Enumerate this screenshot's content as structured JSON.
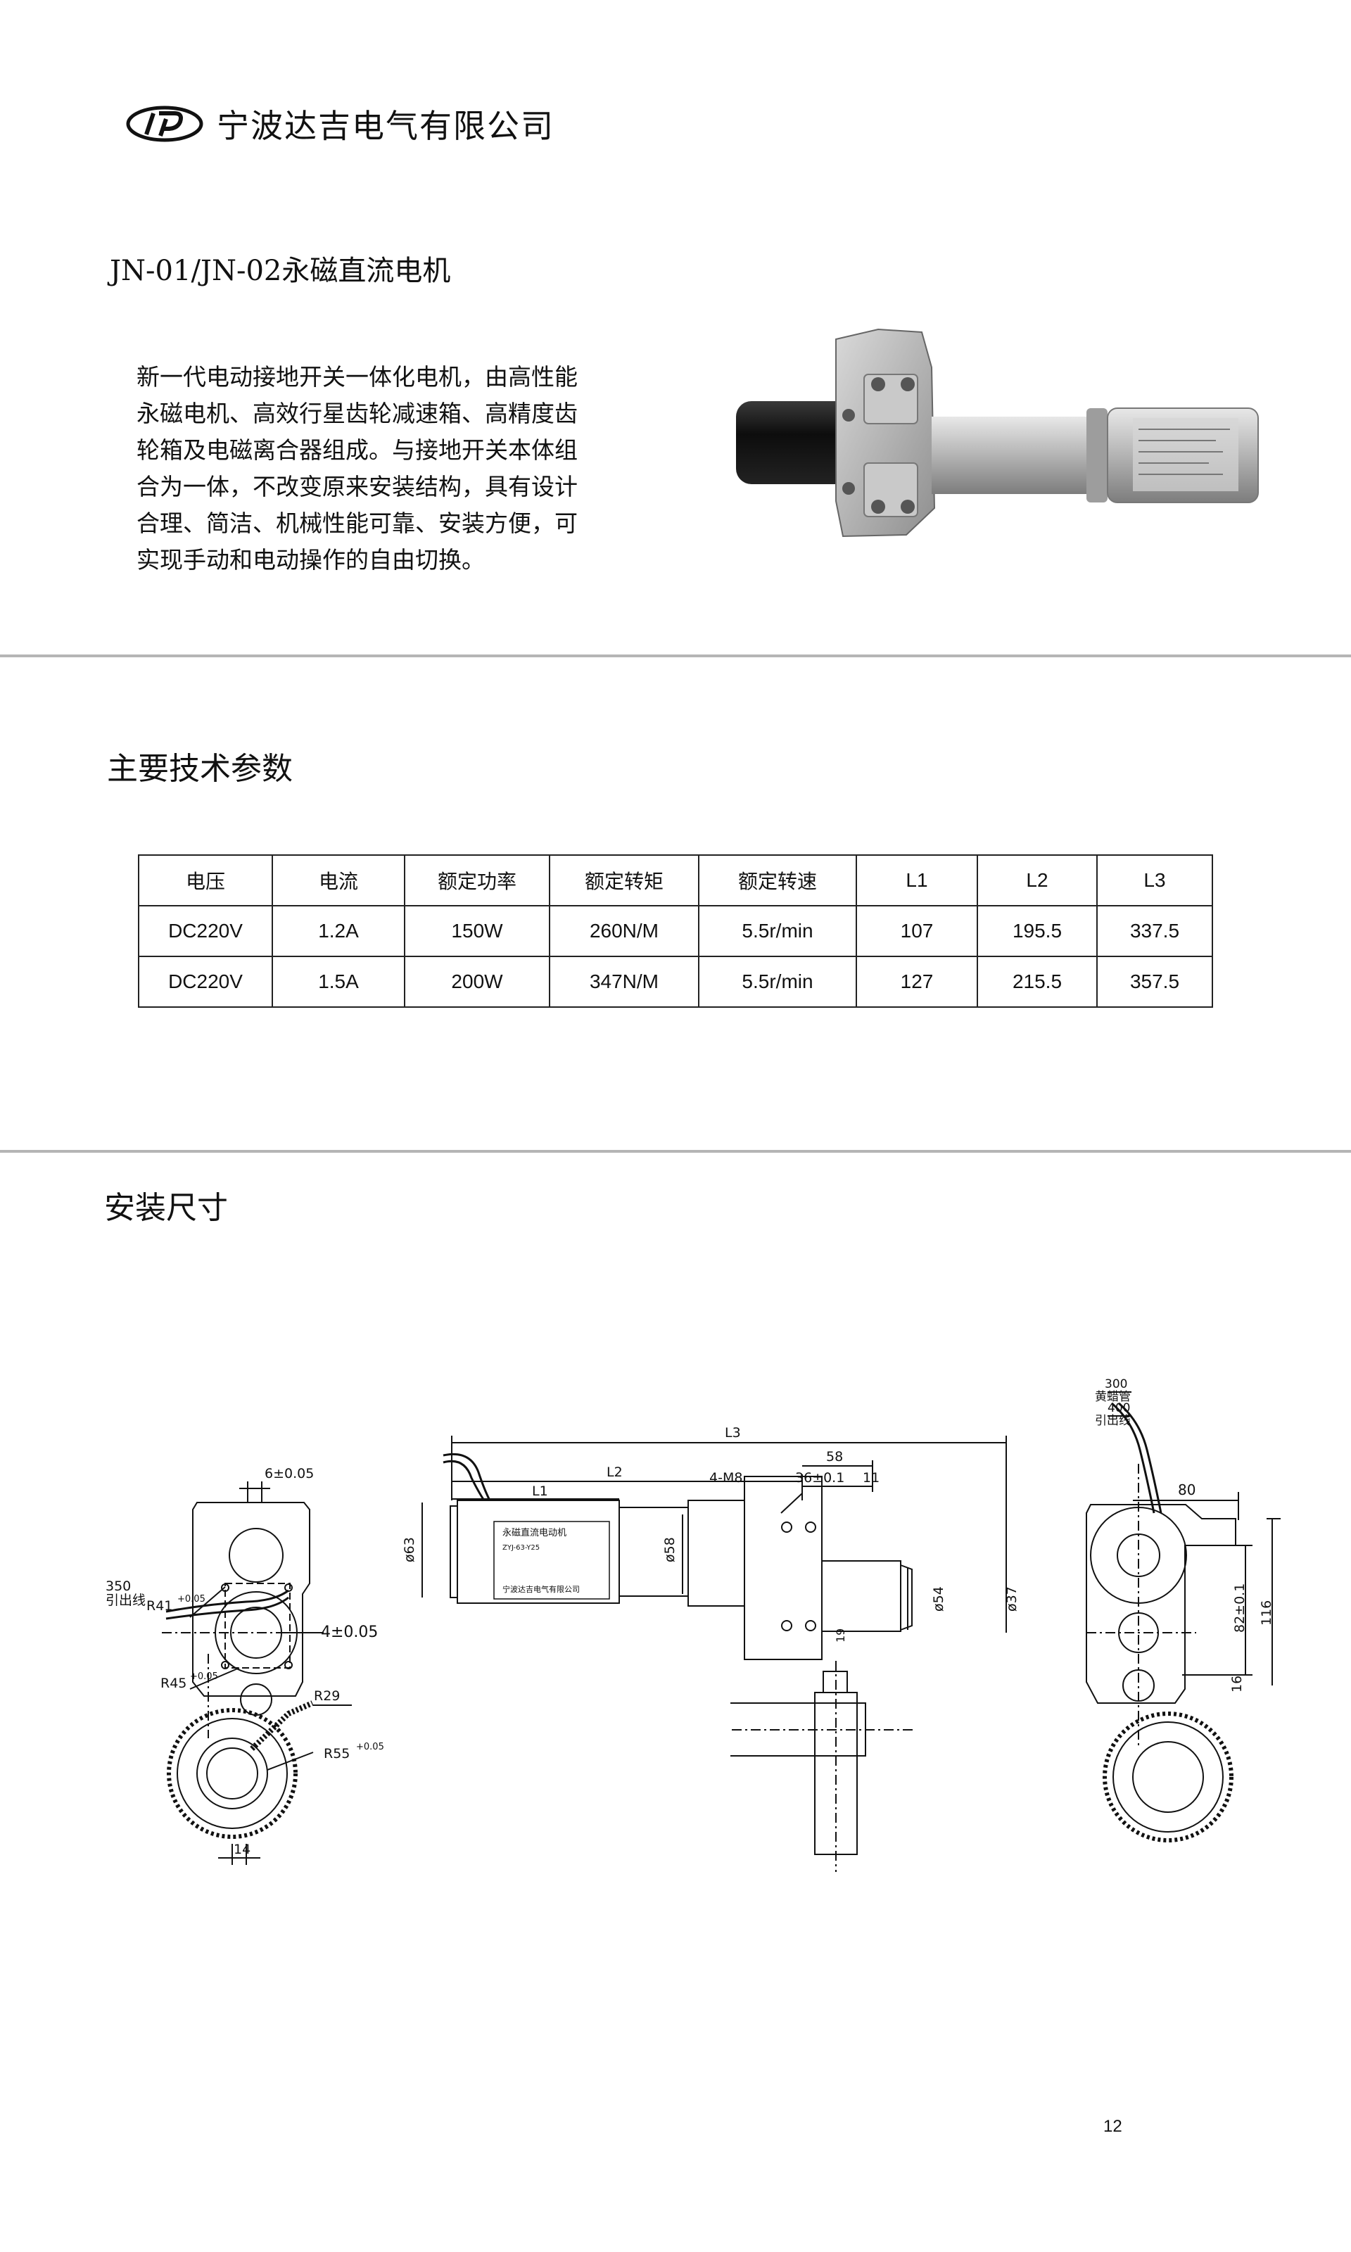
{
  "header": {
    "company_name": "宁波达吉电气有限公司",
    "logo_icon": "djp-logo-icon"
  },
  "product": {
    "title": "JN-01/JN-02永磁直流电机",
    "description_lines": [
      "新一代电动接地开关一体化电机，由高性能",
      "永磁电机、高效行星齿轮减速箱、高精度齿",
      "轮箱及电磁离合器组成。与接地开关本体组",
      "合为一体，不改变原来安装结构，具有设计",
      "合理、简洁、机械性能可靠、安装方便，可",
      "实现手动和电动操作的自由切换。"
    ],
    "photo_icon": "motor-photo-icon"
  },
  "specs": {
    "heading": "主要技术参数",
    "columns": [
      "电压",
      "电流",
      "额定功率",
      "额定转矩",
      "额定转速",
      "L1",
      "L2",
      "L3"
    ],
    "rows": [
      [
        "DC220V",
        "1.2A",
        "150W",
        "260N/M",
        "5.5r/min",
        "107",
        "195.5",
        "337.5"
      ],
      [
        "DC220V",
        "1.5A",
        "200W",
        "347N/M",
        "5.5r/min",
        "127",
        "215.5",
        "357.5"
      ]
    ]
  },
  "installation": {
    "heading": "安装尺寸",
    "left_view": {
      "dims": [
        "6±0.05",
        "350",
        "引出线",
        "R41",
        "+0.05",
        "4±0.05",
        "R45",
        "+0.05",
        "R29",
        "R55",
        "+0.05",
        "14"
      ]
    },
    "front_view": {
      "dims": [
        "L3",
        "L2",
        "58",
        "L1",
        "4-M8",
        "36±0.1",
        "11",
        "ø63",
        "ø58",
        "ø54",
        "ø37",
        "19"
      ],
      "nameplate_title": "永磁直流电动机",
      "nameplate_model": "ZYJ-63-Y25",
      "nameplate_company": "宁波达吉电气有限公司"
    },
    "right_view": {
      "dims": [
        "300",
        "黄蜡管",
        "400",
        "引出线",
        "80",
        "82±0.1",
        "116",
        "16"
      ]
    }
  },
  "page": {
    "number": "12"
  }
}
